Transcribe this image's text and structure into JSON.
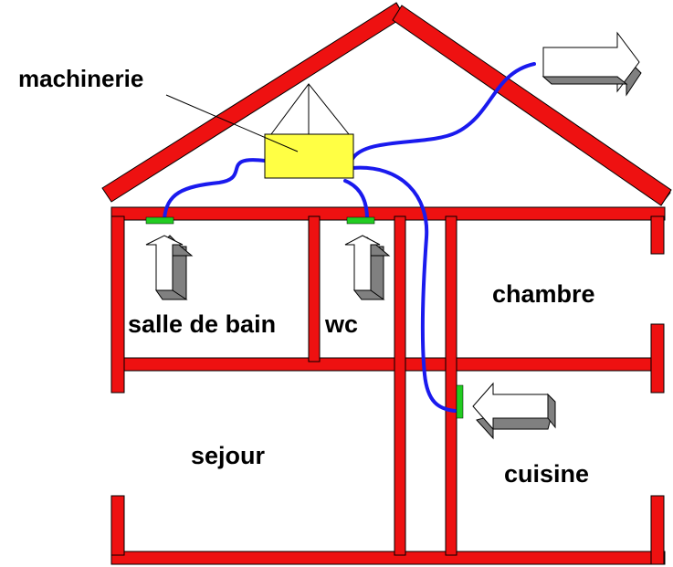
{
  "labels": {
    "machinery": "machinerie",
    "bathroom": "salle de bain",
    "wc": "wc",
    "bedroom": "chambre",
    "living_room": "sejour",
    "kitchen": "cuisine"
  },
  "colors": {
    "wall": "#ee1111",
    "duct": "#1a1aee",
    "unit": "#ffff44",
    "vent": "#22cc22",
    "arrow_face": "#ffffff",
    "arrow_shadow": "#808080"
  }
}
